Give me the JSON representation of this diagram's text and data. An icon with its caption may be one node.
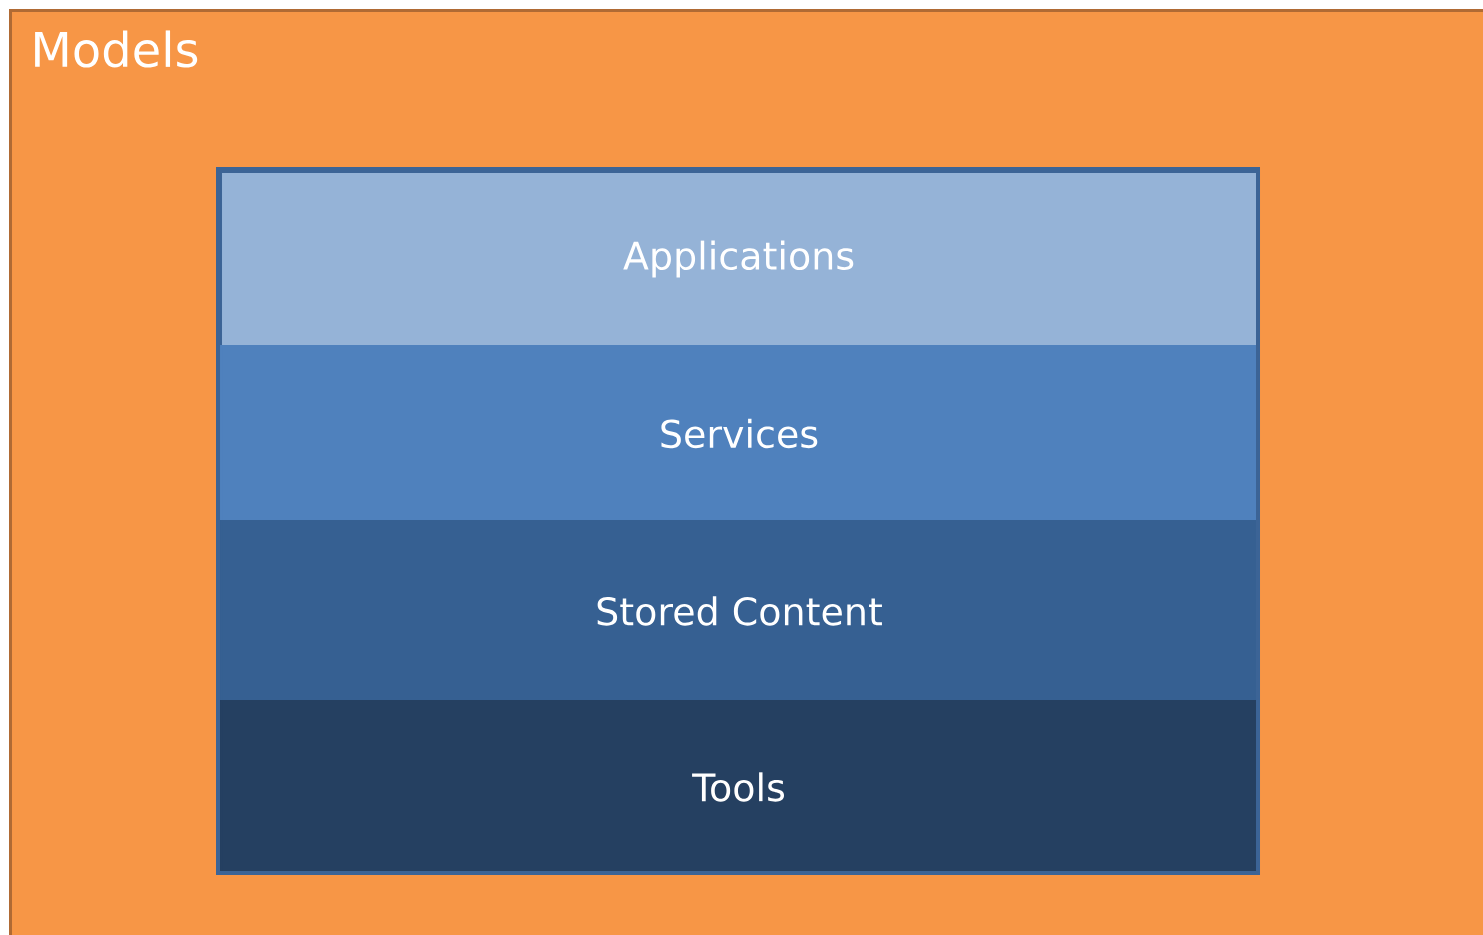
{
  "diagram": {
    "nodes": [
      {
        "text": [
          "Models"
        ]
      },
      {
        "text": [
          "Applications"
        ],
        "in": 0
      },
      {
        "text": [
          "Services"
        ],
        "in": 0
      },
      {
        "text": [
          "Stored Content"
        ],
        "in": 0
      },
      {
        "text": [
          "Tools"
        ],
        "in": 0
      }
    ]
  }
}
